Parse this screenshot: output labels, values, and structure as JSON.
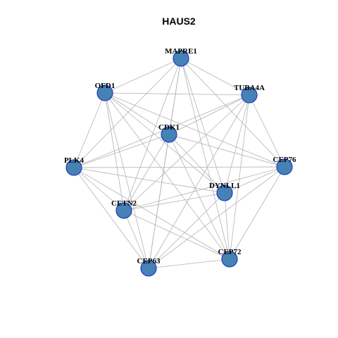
{
  "title": "HAUS2",
  "nodes": [
    {
      "id": "MAPRE1"
    },
    {
      "id": "TUBA4A"
    },
    {
      "id": "OFD1"
    },
    {
      "id": "CDK1"
    },
    {
      "id": "PLK4"
    },
    {
      "id": "CEP76"
    },
    {
      "id": "DYNLL1"
    },
    {
      "id": "CETN2"
    },
    {
      "id": "CEP72"
    },
    {
      "id": "CEP63"
    }
  ],
  "edges": [
    [
      "MAPRE1",
      "TUBA4A"
    ],
    [
      "MAPRE1",
      "OFD1"
    ],
    [
      "MAPRE1",
      "CDK1"
    ],
    [
      "MAPRE1",
      "PLK4"
    ],
    [
      "MAPRE1",
      "CEP76"
    ],
    [
      "MAPRE1",
      "DYNLL1"
    ],
    [
      "MAPRE1",
      "CETN2"
    ],
    [
      "MAPRE1",
      "CEP72"
    ],
    [
      "MAPRE1",
      "CEP63"
    ],
    [
      "TUBA4A",
      "OFD1"
    ],
    [
      "TUBA4A",
      "CDK1"
    ],
    [
      "TUBA4A",
      "PLK4"
    ],
    [
      "TUBA4A",
      "CEP76"
    ],
    [
      "TUBA4A",
      "DYNLL1"
    ],
    [
      "TUBA4A",
      "CETN2"
    ],
    [
      "TUBA4A",
      "CEP72"
    ],
    [
      "TUBA4A",
      "CEP63"
    ],
    [
      "OFD1",
      "CDK1"
    ],
    [
      "OFD1",
      "PLK4"
    ],
    [
      "OFD1",
      "CEP76"
    ],
    [
      "OFD1",
      "DYNLL1"
    ],
    [
      "OFD1",
      "CETN2"
    ],
    [
      "OFD1",
      "CEP72"
    ],
    [
      "OFD1",
      "CEP63"
    ],
    [
      "CDK1",
      "PLK4"
    ],
    [
      "CDK1",
      "CEP76"
    ],
    [
      "CDK1",
      "DYNLL1"
    ],
    [
      "CDK1",
      "CETN2"
    ],
    [
      "CDK1",
      "CEP72"
    ],
    [
      "CDK1",
      "CEP63"
    ],
    [
      "PLK4",
      "CEP76"
    ],
    [
      "PLK4",
      "DYNLL1"
    ],
    [
      "PLK4",
      "CETN2"
    ],
    [
      "PLK4",
      "CEP72"
    ],
    [
      "PLK4",
      "CEP63"
    ],
    [
      "CEP76",
      "DYNLL1"
    ],
    [
      "CEP76",
      "CETN2"
    ],
    [
      "CEP76",
      "CEP72"
    ],
    [
      "CEP76",
      "CEP63"
    ],
    [
      "DYNLL1",
      "CETN2"
    ],
    [
      "DYNLL1",
      "CEP72"
    ],
    [
      "DYNLL1",
      "CEP63"
    ],
    [
      "CETN2",
      "CEP72"
    ],
    [
      "CETN2",
      "CEP63"
    ],
    [
      "CEP72",
      "CEP63"
    ]
  ]
}
